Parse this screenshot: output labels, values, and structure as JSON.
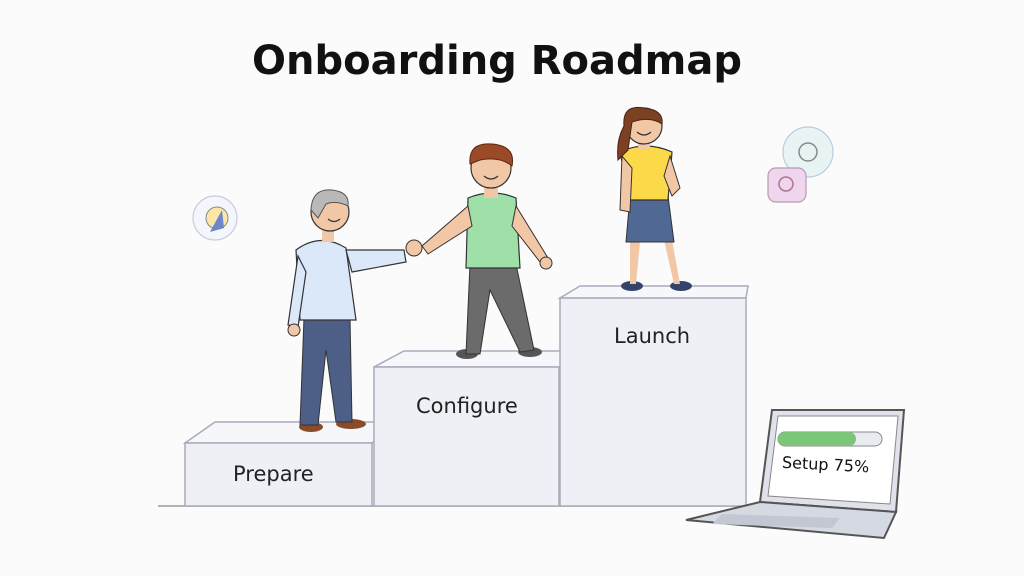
{
  "title": "Onboarding Roadmap",
  "steps": [
    {
      "label": "Prepare"
    },
    {
      "label": "Configure"
    },
    {
      "label": "Launch"
    }
  ],
  "laptop": {
    "setup_text": "Setup 75%",
    "progress": 0.75
  },
  "icons": [
    "compass-icon",
    "support-icon",
    "chat-icon"
  ],
  "colors": {
    "step_face": "#eef0f6",
    "step_top": "#f7f8fb",
    "progress_fill": "#7ac77a"
  }
}
